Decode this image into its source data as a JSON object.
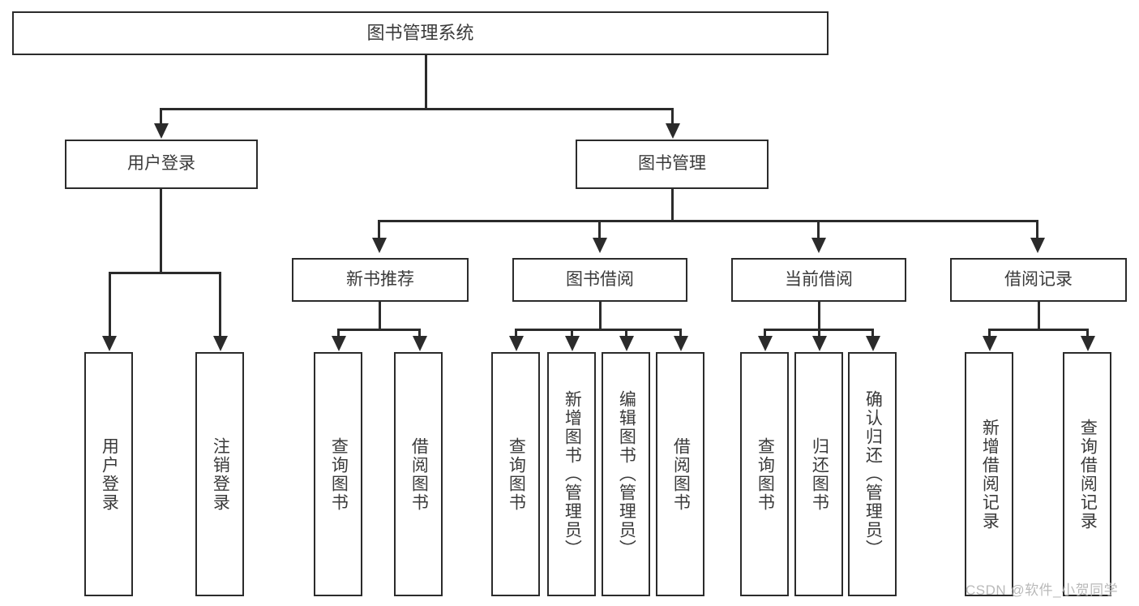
{
  "diagram": {
    "title": "图书管理系统",
    "type": "hierarchy-tree",
    "root": {
      "label": "图书管理系统"
    },
    "level2": [
      {
        "label": "用户登录"
      },
      {
        "label": "图书管理"
      }
    ],
    "level3": [
      {
        "label": "新书推荐"
      },
      {
        "label": "图书借阅"
      },
      {
        "label": "当前借阅"
      },
      {
        "label": "借阅记录"
      }
    ],
    "leaves": {
      "user_login": [
        {
          "label": "用户登录"
        },
        {
          "label": "注销登录"
        }
      ],
      "new_book_recommend": [
        {
          "label": "查询图书"
        },
        {
          "label": "借阅图书"
        }
      ],
      "book_borrow": [
        {
          "label": "查询图书"
        },
        {
          "label": "新增图书（管理员）"
        },
        {
          "label": "编辑图书（管理员）"
        },
        {
          "label": "借阅图书"
        }
      ],
      "current_borrow": [
        {
          "label": "查询图书"
        },
        {
          "label": "归还图书"
        },
        {
          "label": "确认归还（管理员）"
        }
      ],
      "borrow_record": [
        {
          "label": "新增借阅记录"
        },
        {
          "label": "查询借阅记录"
        }
      ]
    }
  },
  "watermark": {
    "text": "CSDN @软件_小贺同学"
  },
  "colors": {
    "stroke": "#2b2b2b",
    "text": "#3a3a3a",
    "background": "#ffffff",
    "watermark": "#b9b9b9"
  }
}
